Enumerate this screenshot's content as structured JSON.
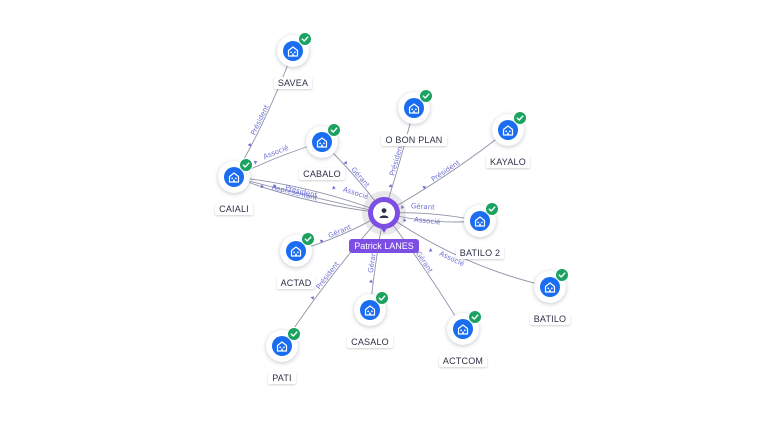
{
  "person": {
    "name": "Patrick LANES"
  },
  "companies": [
    {
      "id": "savea",
      "name": "SAVEA"
    },
    {
      "id": "obonplan",
      "name": "O BON PLAN"
    },
    {
      "id": "kayalo",
      "name": "KAYALO"
    },
    {
      "id": "cabalo",
      "name": "CABALO"
    },
    {
      "id": "caiali",
      "name": "CAIALI"
    },
    {
      "id": "batilo2",
      "name": "BATILO 2"
    },
    {
      "id": "actad",
      "name": "ACTAD"
    },
    {
      "id": "batilo",
      "name": "BATILO"
    },
    {
      "id": "casalo",
      "name": "CASALO"
    },
    {
      "id": "actcom",
      "name": "ACTCOM"
    },
    {
      "id": "pati",
      "name": "PATI"
    }
  ],
  "relations": [
    {
      "from": "caiali",
      "to": "savea",
      "label": "Président"
    },
    {
      "from": "caiali",
      "to": "cabalo",
      "label": "Associé"
    },
    {
      "from": "person",
      "to": "cabalo",
      "label": "Gérant"
    },
    {
      "from": "person",
      "to": "obonplan",
      "label": "Président"
    },
    {
      "from": "person",
      "to": "kayalo",
      "label": "Président"
    },
    {
      "from": "person",
      "to": "caiali",
      "label": "Président"
    },
    {
      "from": "person",
      "to": "caiali",
      "label": "Représentant"
    },
    {
      "from": "person",
      "to": "caiali",
      "label": "Associé"
    },
    {
      "from": "person",
      "to": "batilo2",
      "label": "Gérant"
    },
    {
      "from": "person",
      "to": "batilo2",
      "label": "Associé"
    },
    {
      "from": "person",
      "to": "actad",
      "label": "Gérant"
    },
    {
      "from": "person",
      "to": "batilo",
      "label": "Associé"
    },
    {
      "from": "person",
      "to": "casalo",
      "label": "Gérant"
    },
    {
      "from": "person",
      "to": "actcom",
      "label": "Gérant"
    },
    {
      "from": "person",
      "to": "pati",
      "label": "Président"
    }
  ]
}
